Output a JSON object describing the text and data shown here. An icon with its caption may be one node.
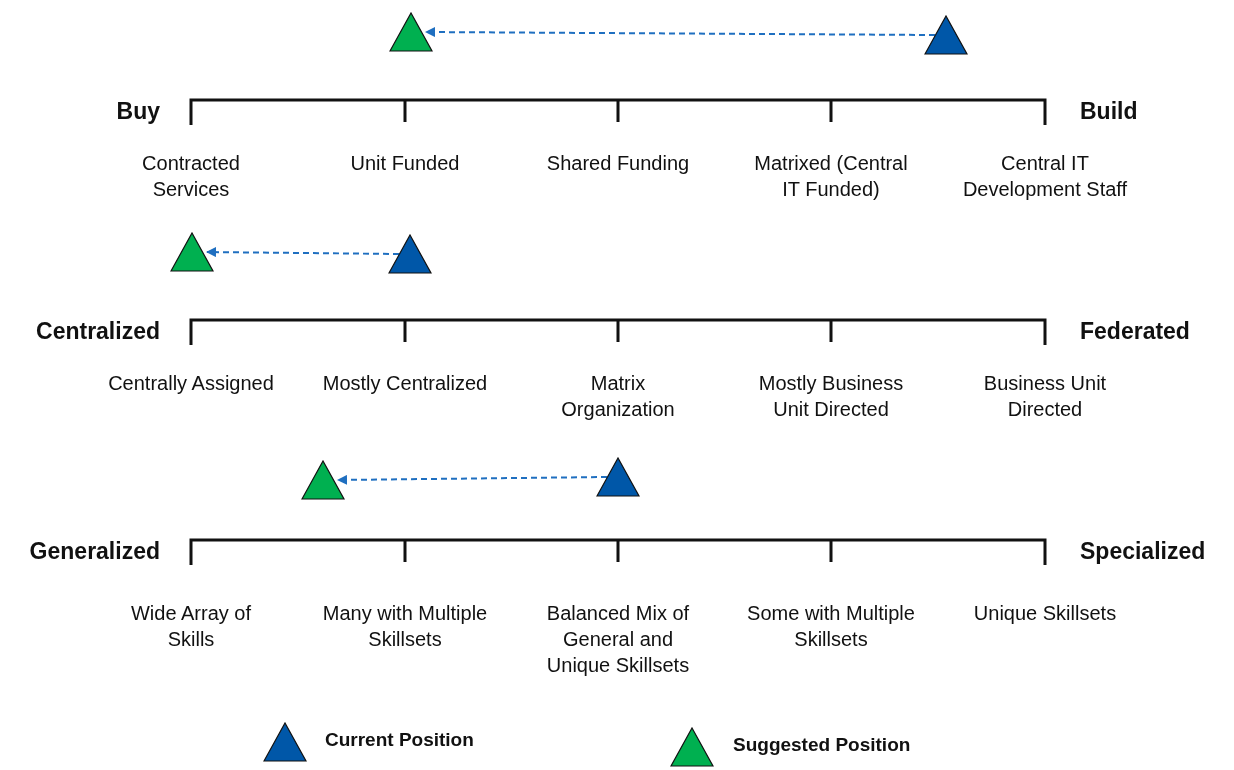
{
  "diagram": {
    "nodes": [
      {
        "text": [],
        "shape": "triangle"
      },
      {
        "text": [],
        "shape": "triangle"
      },
      {
        "text": [],
        "shape": "triangle"
      },
      {
        "text": [],
        "shape": "triangle"
      },
      {
        "text": [],
        "shape": "triangle"
      },
      {
        "text": [],
        "shape": "triangle"
      }
    ],
    "edges": [
      {
        "from": 1,
        "to": 0,
        "arrow": "to",
        "style": "dashed"
      },
      {
        "from": 3,
        "to": 2,
        "arrow": "to",
        "style": "dashed"
      },
      {
        "from": 5,
        "to": 4,
        "arrow": "to",
        "style": "dashed"
      }
    ],
    "labels": [
      "Buy",
      "Build",
      "Contracted Services",
      "Unit Funded",
      "Shared Funding",
      "Matrixed (Central IT Funded)",
      "Central IT Development Staff",
      "Centralized",
      "Federated",
      "Centrally Assigned",
      "Mostly Centralized",
      "Matrix Organization",
      "Mostly Business Unit Directed",
      "Business Unit Directed",
      "Generalized",
      "Specialized",
      "Wide Array of Skills",
      "Many with Multiple Skillsets",
      "Balanced Mix of General and Unique Skillsets",
      "Some with Multiple Skillsets",
      "Unique Skillsets"
    ],
    "legend": [
      {
        "text": "Current Position",
        "color": "#0057a8"
      },
      {
        "text": "Suggested Position",
        "color": "#00b050"
      }
    ]
  }
}
